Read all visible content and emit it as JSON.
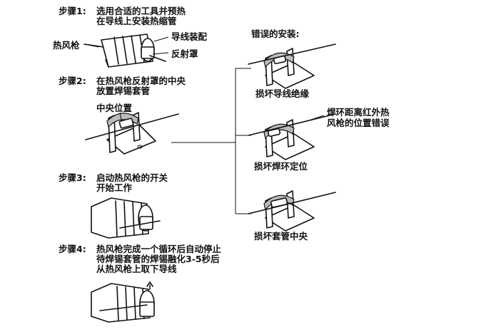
{
  "steps": {
    "s1": {
      "label": "步骤1:",
      "line1": "选用合适的工具并预热",
      "line2": "在导线上安装热缩管"
    },
    "s2": {
      "label": "步骤2:",
      "line1": "在热风枪反射罩的中央",
      "line2": "放置焊锡套管"
    },
    "s3": {
      "label": "步骤3:",
      "line1": "启动热风枪的开关",
      "line2": "开始工作"
    },
    "s4": {
      "label": "步骤4:",
      "line1": "热风枪完成一个循环后自动停止",
      "line2": "待焊锡套管的焊锡融化3-5秒后",
      "line3": "从热风枪上取下导线"
    }
  },
  "callouts": {
    "heat_gun": "热风枪",
    "wire_fitting": "导线装配",
    "reflector": "反射罩",
    "center_position": "中央位置"
  },
  "wrong": {
    "title": "错误的安装:",
    "case1": "损坏导线绝缘",
    "case2": "损坏焊环定位",
    "case2_note_line1": "焊环距离红外热",
    "case2_note_line2": "风枪的位置错误",
    "case3": "损坏套管中央"
  }
}
